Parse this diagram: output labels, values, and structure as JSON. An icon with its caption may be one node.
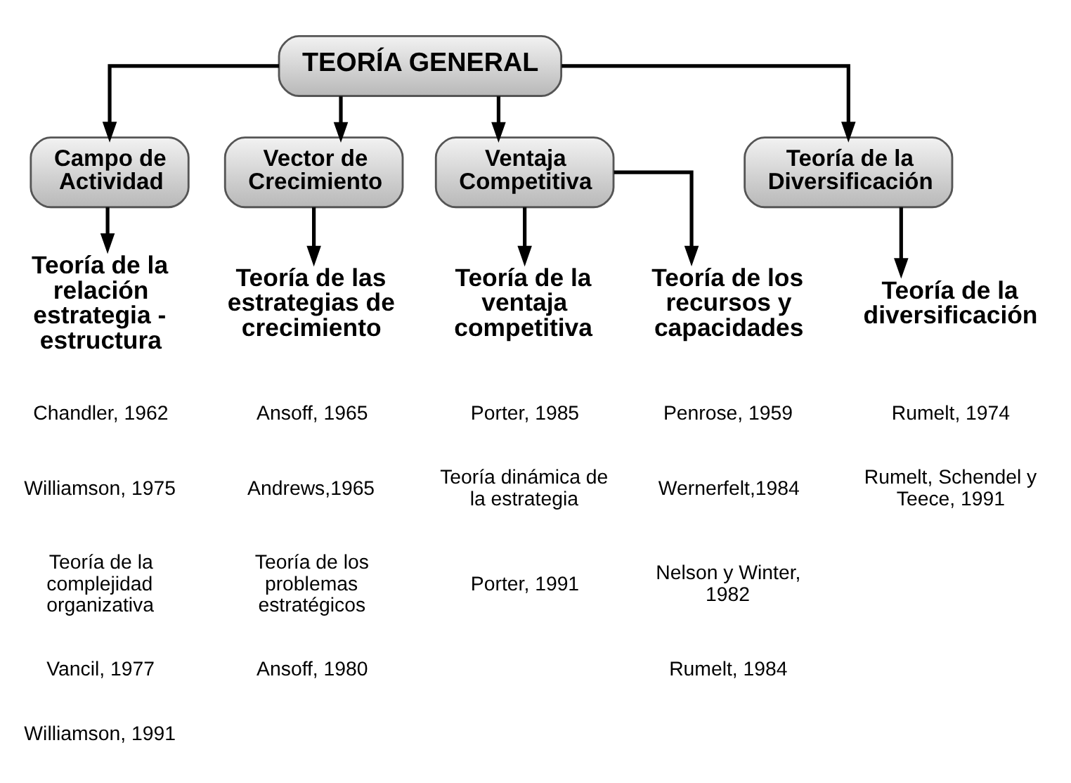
{
  "diagram": {
    "nodes": [
      {
        "text": [
          "TEORÍA GENERAL"
        ]
      },
      {
        "text": [
          "Campo de Actividad"
        ]
      },
      {
        "text": [
          "Vector de Crecimiento"
        ]
      },
      {
        "text": [
          "Ventaja Competitiva"
        ]
      },
      {
        "text": [
          "Teoría de la Diversificación"
        ]
      },
      {
        "text": [
          "Teoría de la relación estrategia - estructura"
        ]
      },
      {
        "text": [
          "Teoría de las estrategias de crecimiento"
        ]
      },
      {
        "text": [
          "Teoría de la ventaja competitiva"
        ]
      },
      {
        "text": [
          "Teoría de los recursos y capacidades"
        ]
      },
      {
        "text": [
          "Teoría de la diversificación"
        ]
      }
    ],
    "edges": [
      {
        "from": 0,
        "to": 1,
        "arrow": "to"
      },
      {
        "from": 0,
        "to": 2,
        "arrow": "to"
      },
      {
        "from": 0,
        "to": 3,
        "arrow": "to"
      },
      {
        "from": 0,
        "to": 4,
        "arrow": "to"
      },
      {
        "from": 1,
        "to": 5,
        "arrow": "to"
      },
      {
        "from": 2,
        "to": 6,
        "arrow": "to"
      },
      {
        "from": 3,
        "to": 7,
        "arrow": "to"
      },
      {
        "from": 3,
        "to": 8,
        "arrow": "to"
      },
      {
        "from": 4,
        "to": 9,
        "arrow": "to"
      }
    ],
    "labels": [
      "Chandler, 1962",
      "Williamson, 1975",
      "Ansoff, 1965",
      "Andrews,1965",
      "Porter, 1985",
      "Penrose, 1959",
      "Wernerfelt,1984",
      "Nelson y Winter, 1982",
      "Rumelt, 1984",
      "Rumelt, 1974",
      "Rumelt, Schendel y Teece, 1991",
      "Teoría de la complejidad organizativa",
      "Vancil, 1977",
      "Williamson, 1991",
      "Teoría de los problemas estratégicos",
      "Ansoff, 1980",
      "Teoría dinámica de la estrategia",
      "Porter, 1991"
    ]
  }
}
